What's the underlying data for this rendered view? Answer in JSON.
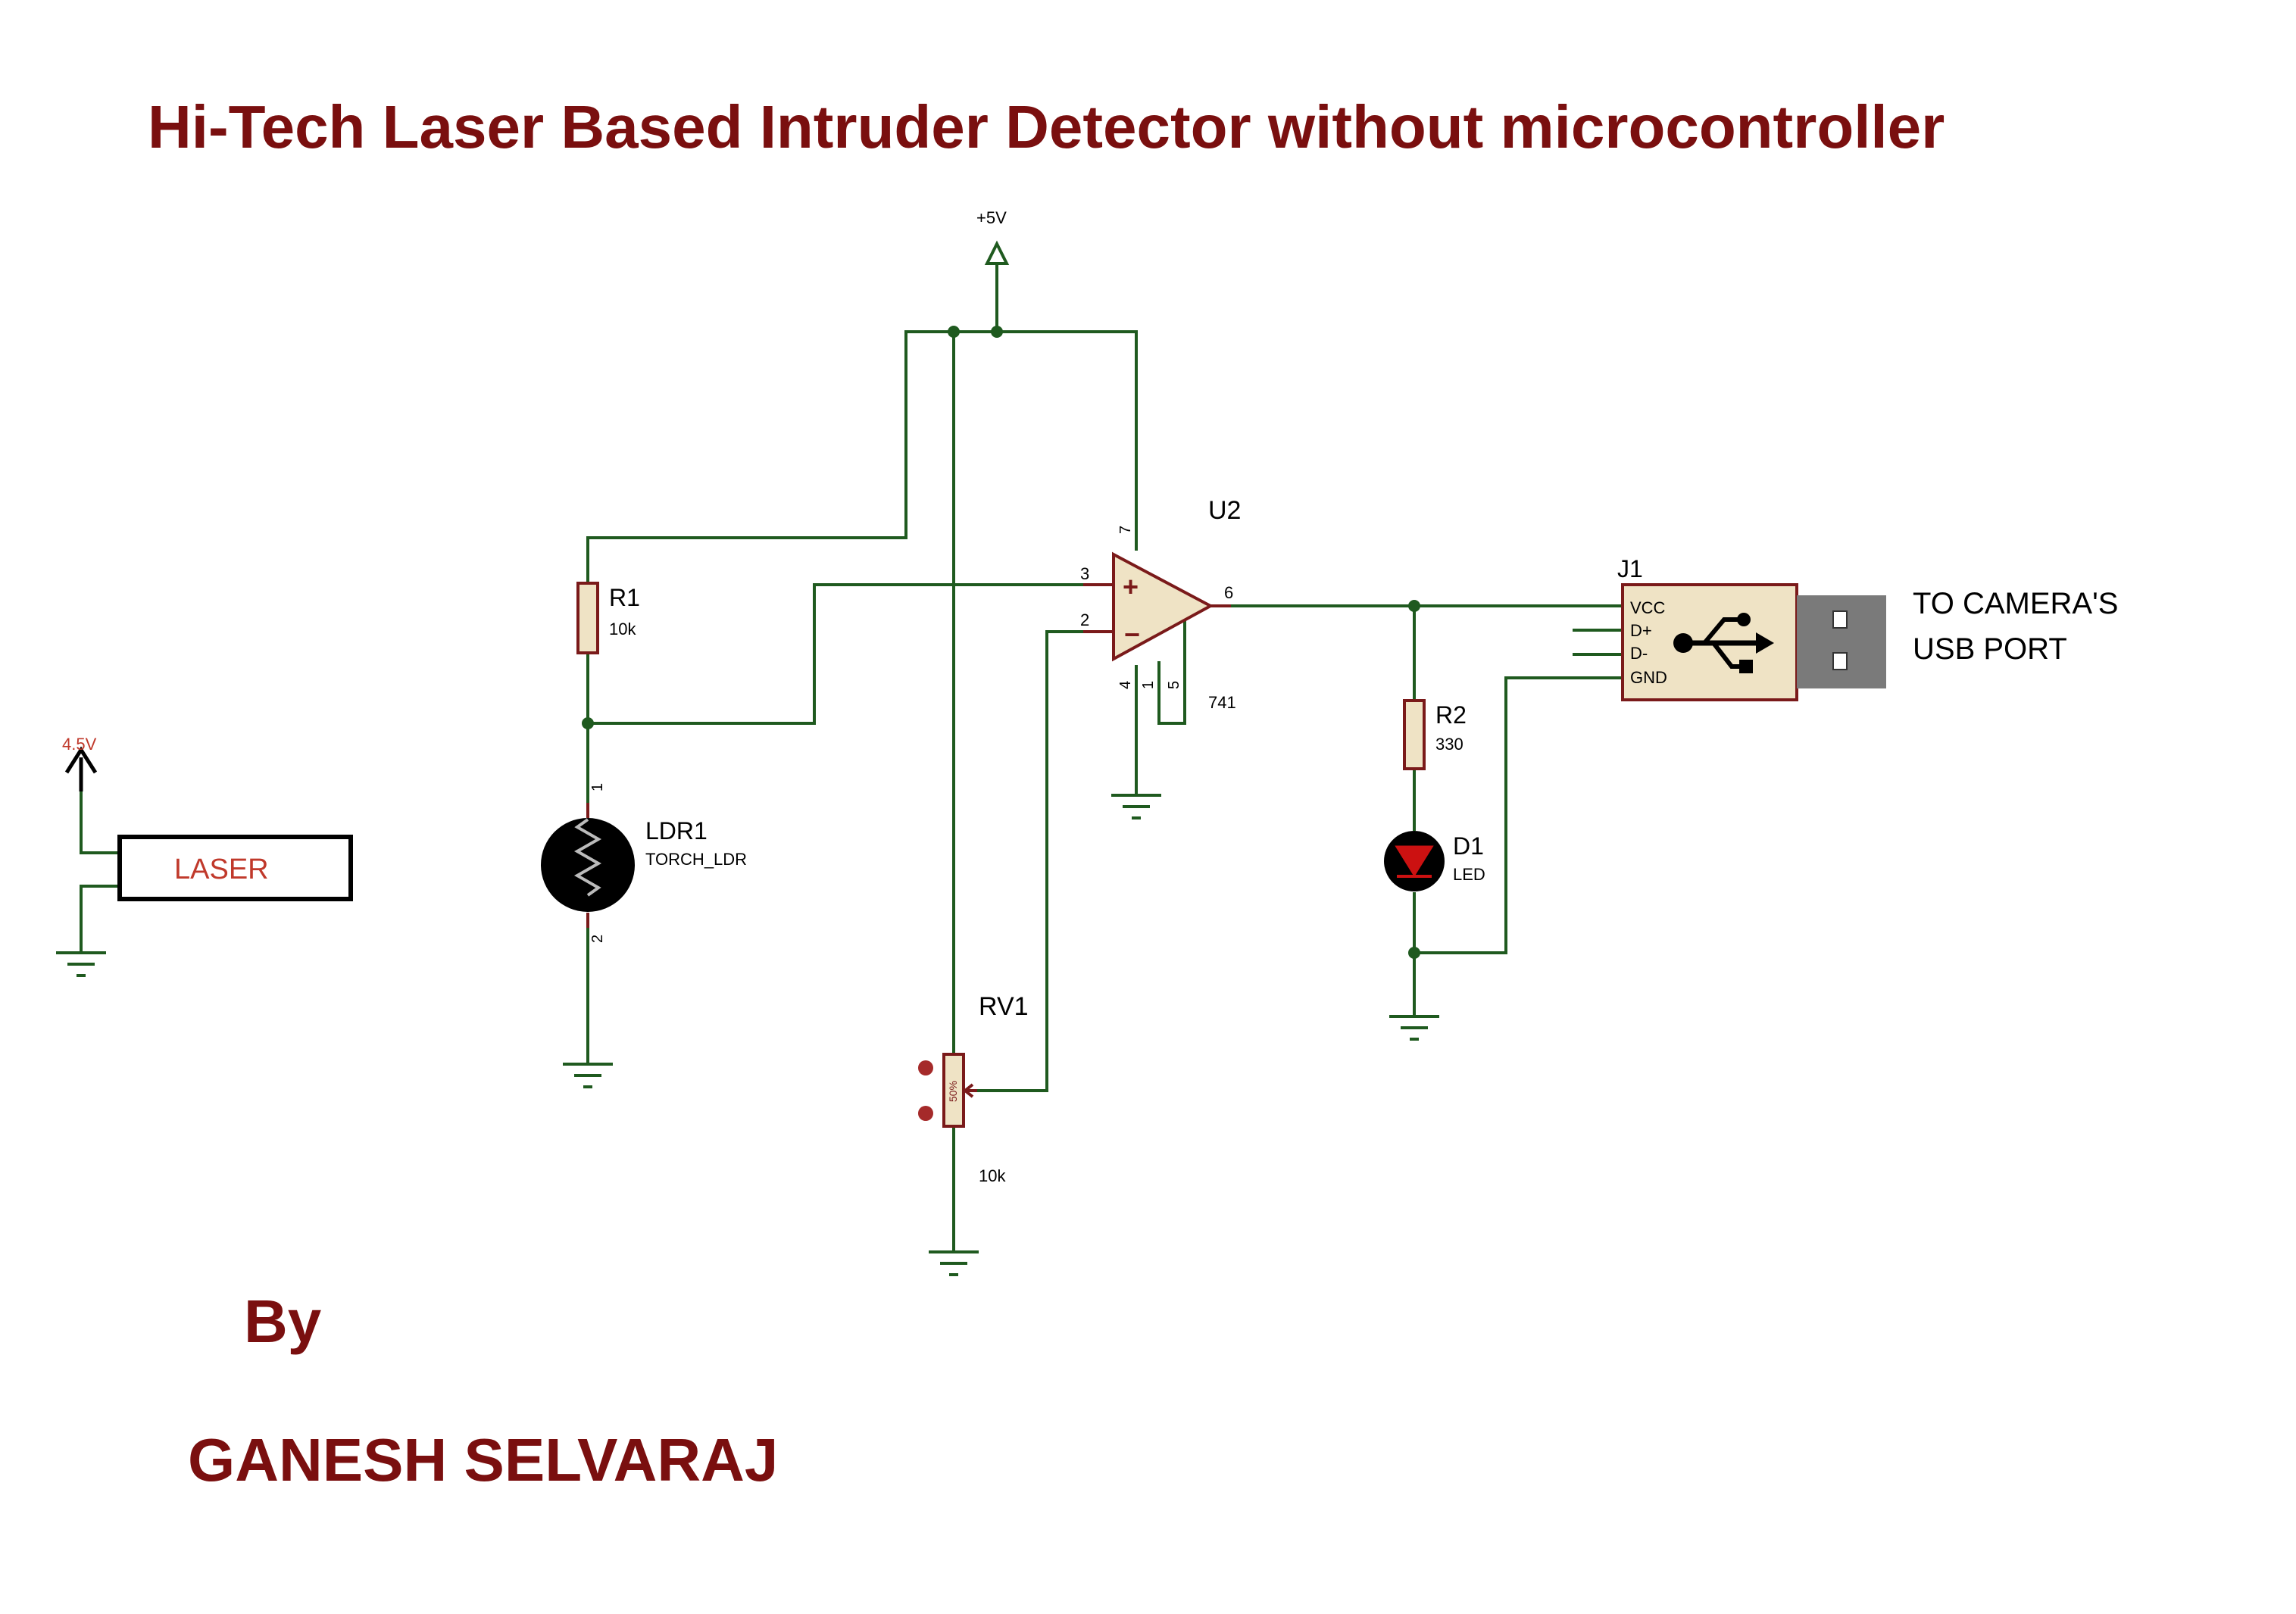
{
  "title": "Hi-Tech Laser Based Intruder Detector without microcontroller",
  "author": {
    "by": "By",
    "name": "GANESH SELVARAJ"
  },
  "power": {
    "vcc_label": "+5V",
    "laser_supply_label": "4.5V"
  },
  "laser": {
    "label": "LASER"
  },
  "r1": {
    "ref": "R1",
    "value": "10k"
  },
  "ldr": {
    "ref": "LDR1",
    "value": "TORCH_LDR",
    "pin1": "1",
    "pin2": "2"
  },
  "rv1": {
    "ref": "RV1",
    "value": "10k",
    "setting": "50%"
  },
  "opamp": {
    "ref": "U2",
    "value": "741",
    "pin_noninv": "3",
    "pin_inv": "2",
    "pin_out": "6",
    "pin_vcc": "7",
    "pin_vee": "4",
    "pin_offset1": "1",
    "pin_offset2": "5",
    "plus": "+",
    "minus": "−"
  },
  "r2": {
    "ref": "R2",
    "value": "330"
  },
  "d1": {
    "ref": "D1",
    "value": "LED"
  },
  "usb": {
    "ref": "J1",
    "pins": [
      "VCC",
      "D+",
      "D-",
      "GND"
    ],
    "note_line1": "TO CAMERA'S",
    "note_line2": "USB PORT"
  },
  "colors": {
    "title": "#7a0f0f",
    "wire": "#1f5a1f",
    "component": "#7a1a1a",
    "body": "#efe3c5"
  }
}
